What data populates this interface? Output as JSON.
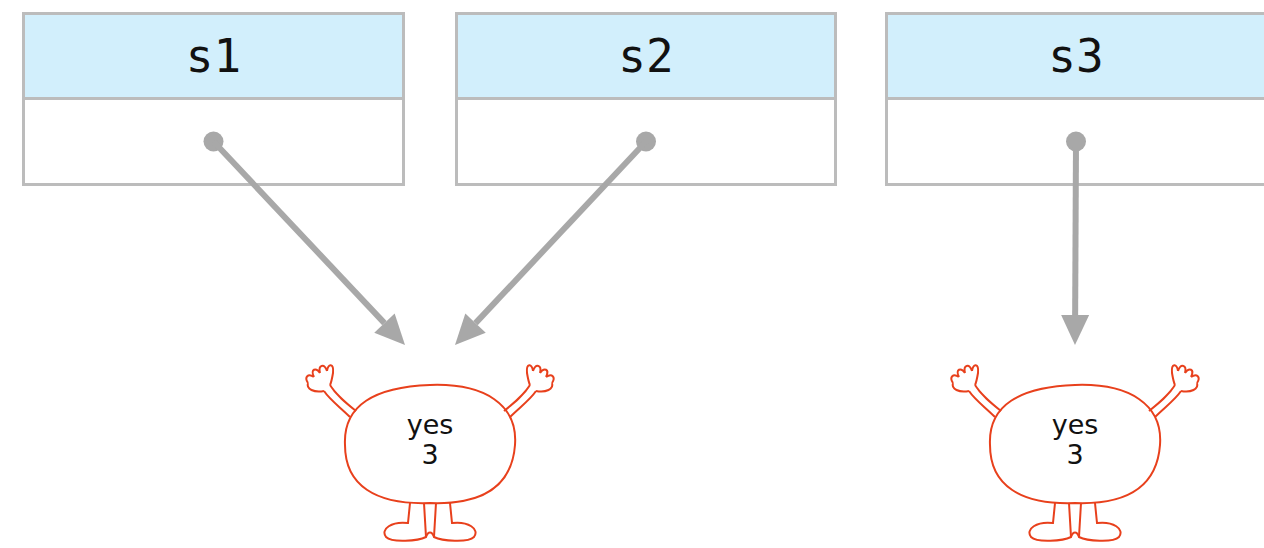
{
  "diagram": {
    "nodes": [
      {
        "text": [
          "s1"
        ]
      },
      {
        "text": [
          "s2"
        ]
      },
      {
        "text": [
          "s3"
        ]
      },
      {
        "text": [
          "yes",
          "3"
        ]
      },
      {
        "text": [
          "yes",
          "3"
        ]
      }
    ],
    "edges": [
      {
        "from": 0,
        "to": 3,
        "arrow": "to"
      },
      {
        "from": 1,
        "to": 3,
        "arrow": "to"
      },
      {
        "from": 2,
        "to": 4,
        "arrow": "to"
      }
    ]
  }
}
